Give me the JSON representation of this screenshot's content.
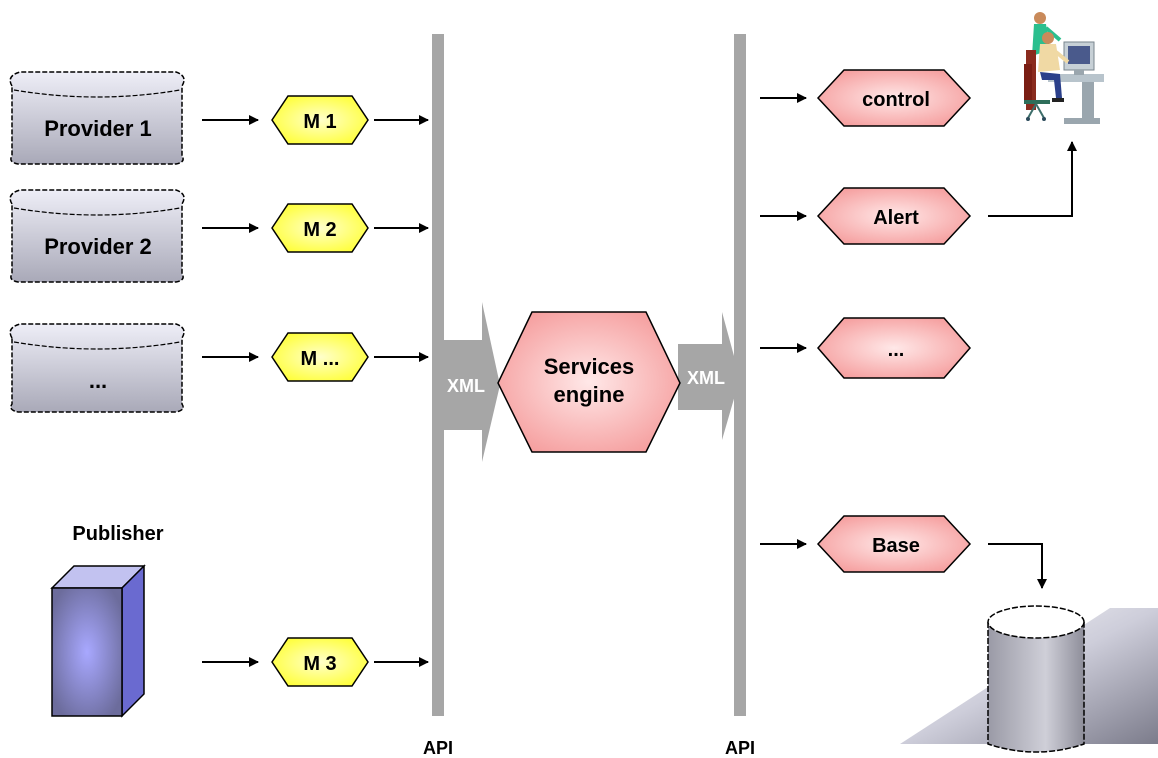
{
  "providers": [
    {
      "label": "Provider 1"
    },
    {
      "label": "Provider 2"
    },
    {
      "label": "..."
    }
  ],
  "modules": [
    {
      "label": "M 1"
    },
    {
      "label": "M 2"
    },
    {
      "label": "M ..."
    },
    {
      "label": "M 3"
    }
  ],
  "publisher": {
    "label": "Publisher"
  },
  "engine": {
    "line1": "Services",
    "line2": "engine"
  },
  "xml": {
    "left": "XML",
    "right": "XML"
  },
  "api": {
    "left": "API",
    "right": "API"
  },
  "outputs": [
    {
      "label": "control"
    },
    {
      "label": "Alert"
    },
    {
      "label": "..."
    },
    {
      "label": "Base"
    }
  ],
  "colors": {
    "module_fill": "#ffff33",
    "output_fill": "#f59c9c",
    "engine_fill": "#f59c9c",
    "provider_fill": "#c4c4d4",
    "api_bar": "#a6a6a6",
    "xml_arrow": "#a6a6a6",
    "publisher_front": "#8a8ae8",
    "publisher_side": "#6a6ad0"
  },
  "icons": {
    "user_workstation": "people-at-computer-icon",
    "database": "database-cylinder-icon",
    "publisher": "server-box-icon"
  }
}
